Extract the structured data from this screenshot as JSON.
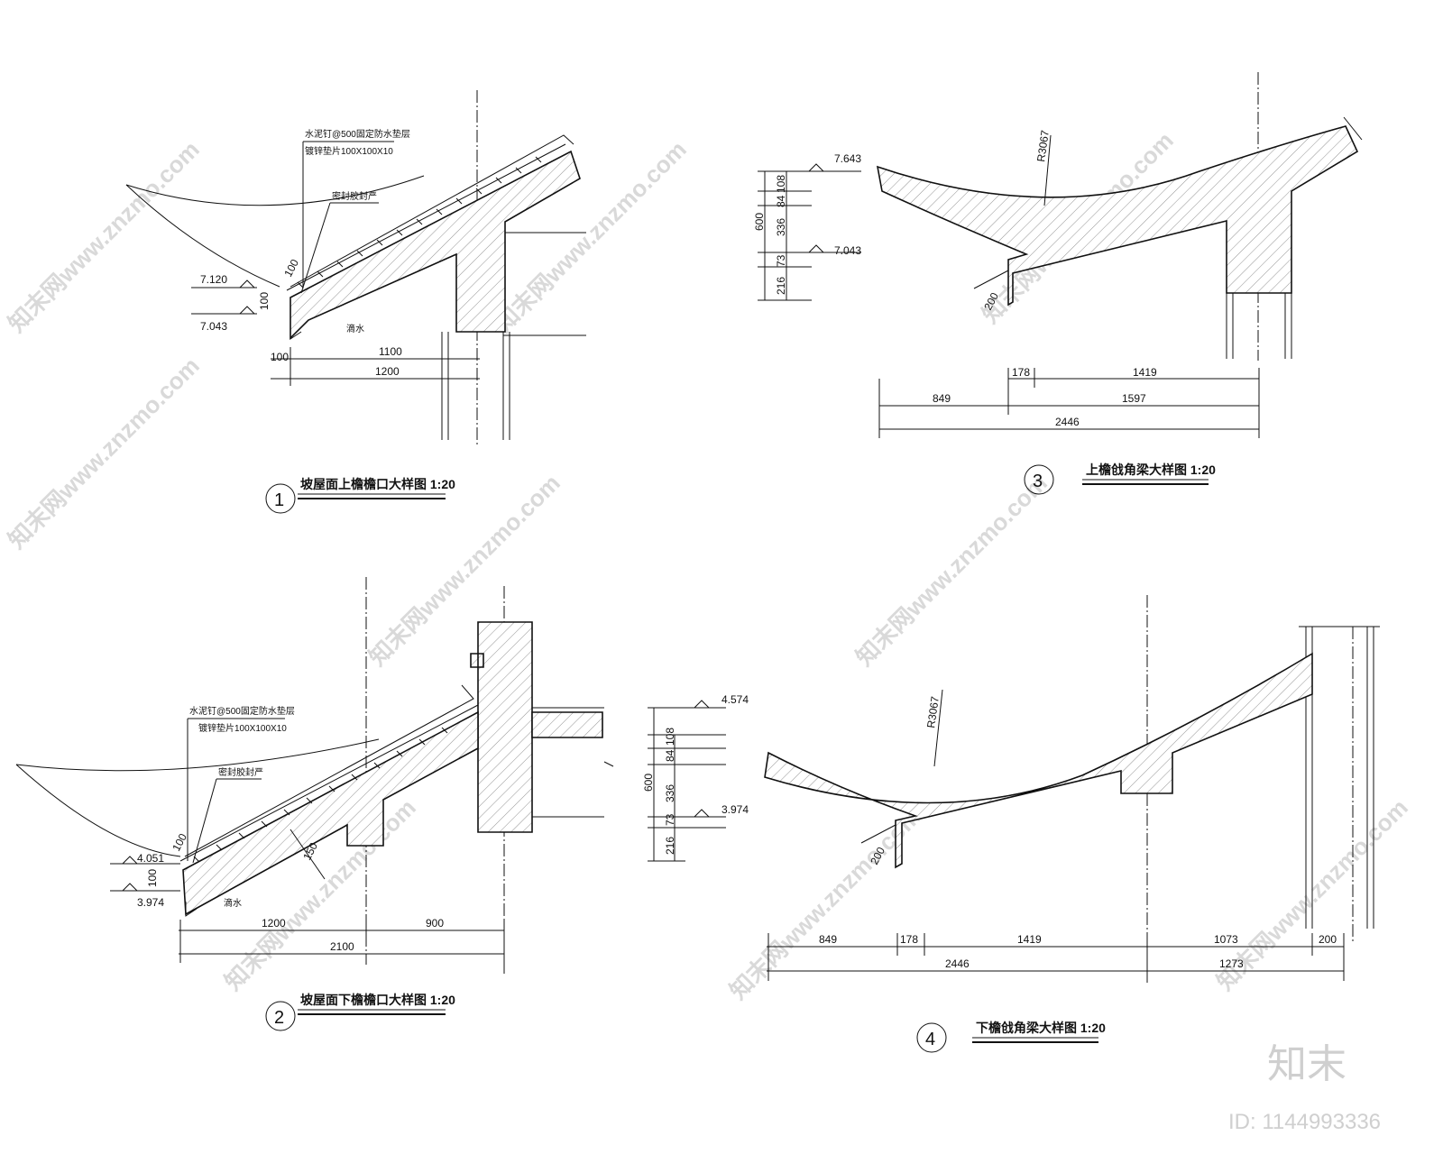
{
  "details": [
    {
      "number": "1",
      "title": "坡屋面上檐檐口大样图 1:20",
      "note_lines": [
        "水泥钉@500固定防水垫层",
        "镀锌垫片100X100X10"
      ],
      "seal_note": "密封胶封严",
      "drip_label": "滴水",
      "levels": [
        "7.120",
        "7.043"
      ],
      "dims": [
        "100",
        "100",
        "100",
        "1100",
        "1200"
      ]
    },
    {
      "number": "2",
      "title": "坡屋面下檐檐口大样图 1:20",
      "note_lines": [
        "水泥钉@500固定防水垫层",
        "镀锌垫片100X100X10"
      ],
      "seal_note": "密封胶封严",
      "drip_label": "滴水",
      "levels": [
        "4.051",
        "3.974",
        "4.574",
        "3.974"
      ],
      "dims": [
        "100",
        "100",
        "150",
        "1200",
        "900",
        "2100",
        "108",
        "84",
        "600",
        "336",
        "73",
        "216"
      ]
    },
    {
      "number": "3",
      "title": "上檐戗角梁大样图 1:20",
      "radius": "R3067",
      "levels": [
        "7.643",
        "7.043"
      ],
      "dims": [
        "108",
        "84",
        "600",
        "336",
        "73",
        "216",
        "200",
        "178",
        "1419",
        "849",
        "1597",
        "2446"
      ]
    },
    {
      "number": "4",
      "title": "下檐戗角梁大样图 1:20",
      "radius": "R3067",
      "dims": [
        "200",
        "849",
        "178",
        "1419",
        "1073",
        "200",
        "2446",
        "1273"
      ]
    }
  ],
  "watermark": {
    "site": "知末网www.znzmo.com",
    "brand": "知末",
    "id": "ID: 1144993336"
  }
}
